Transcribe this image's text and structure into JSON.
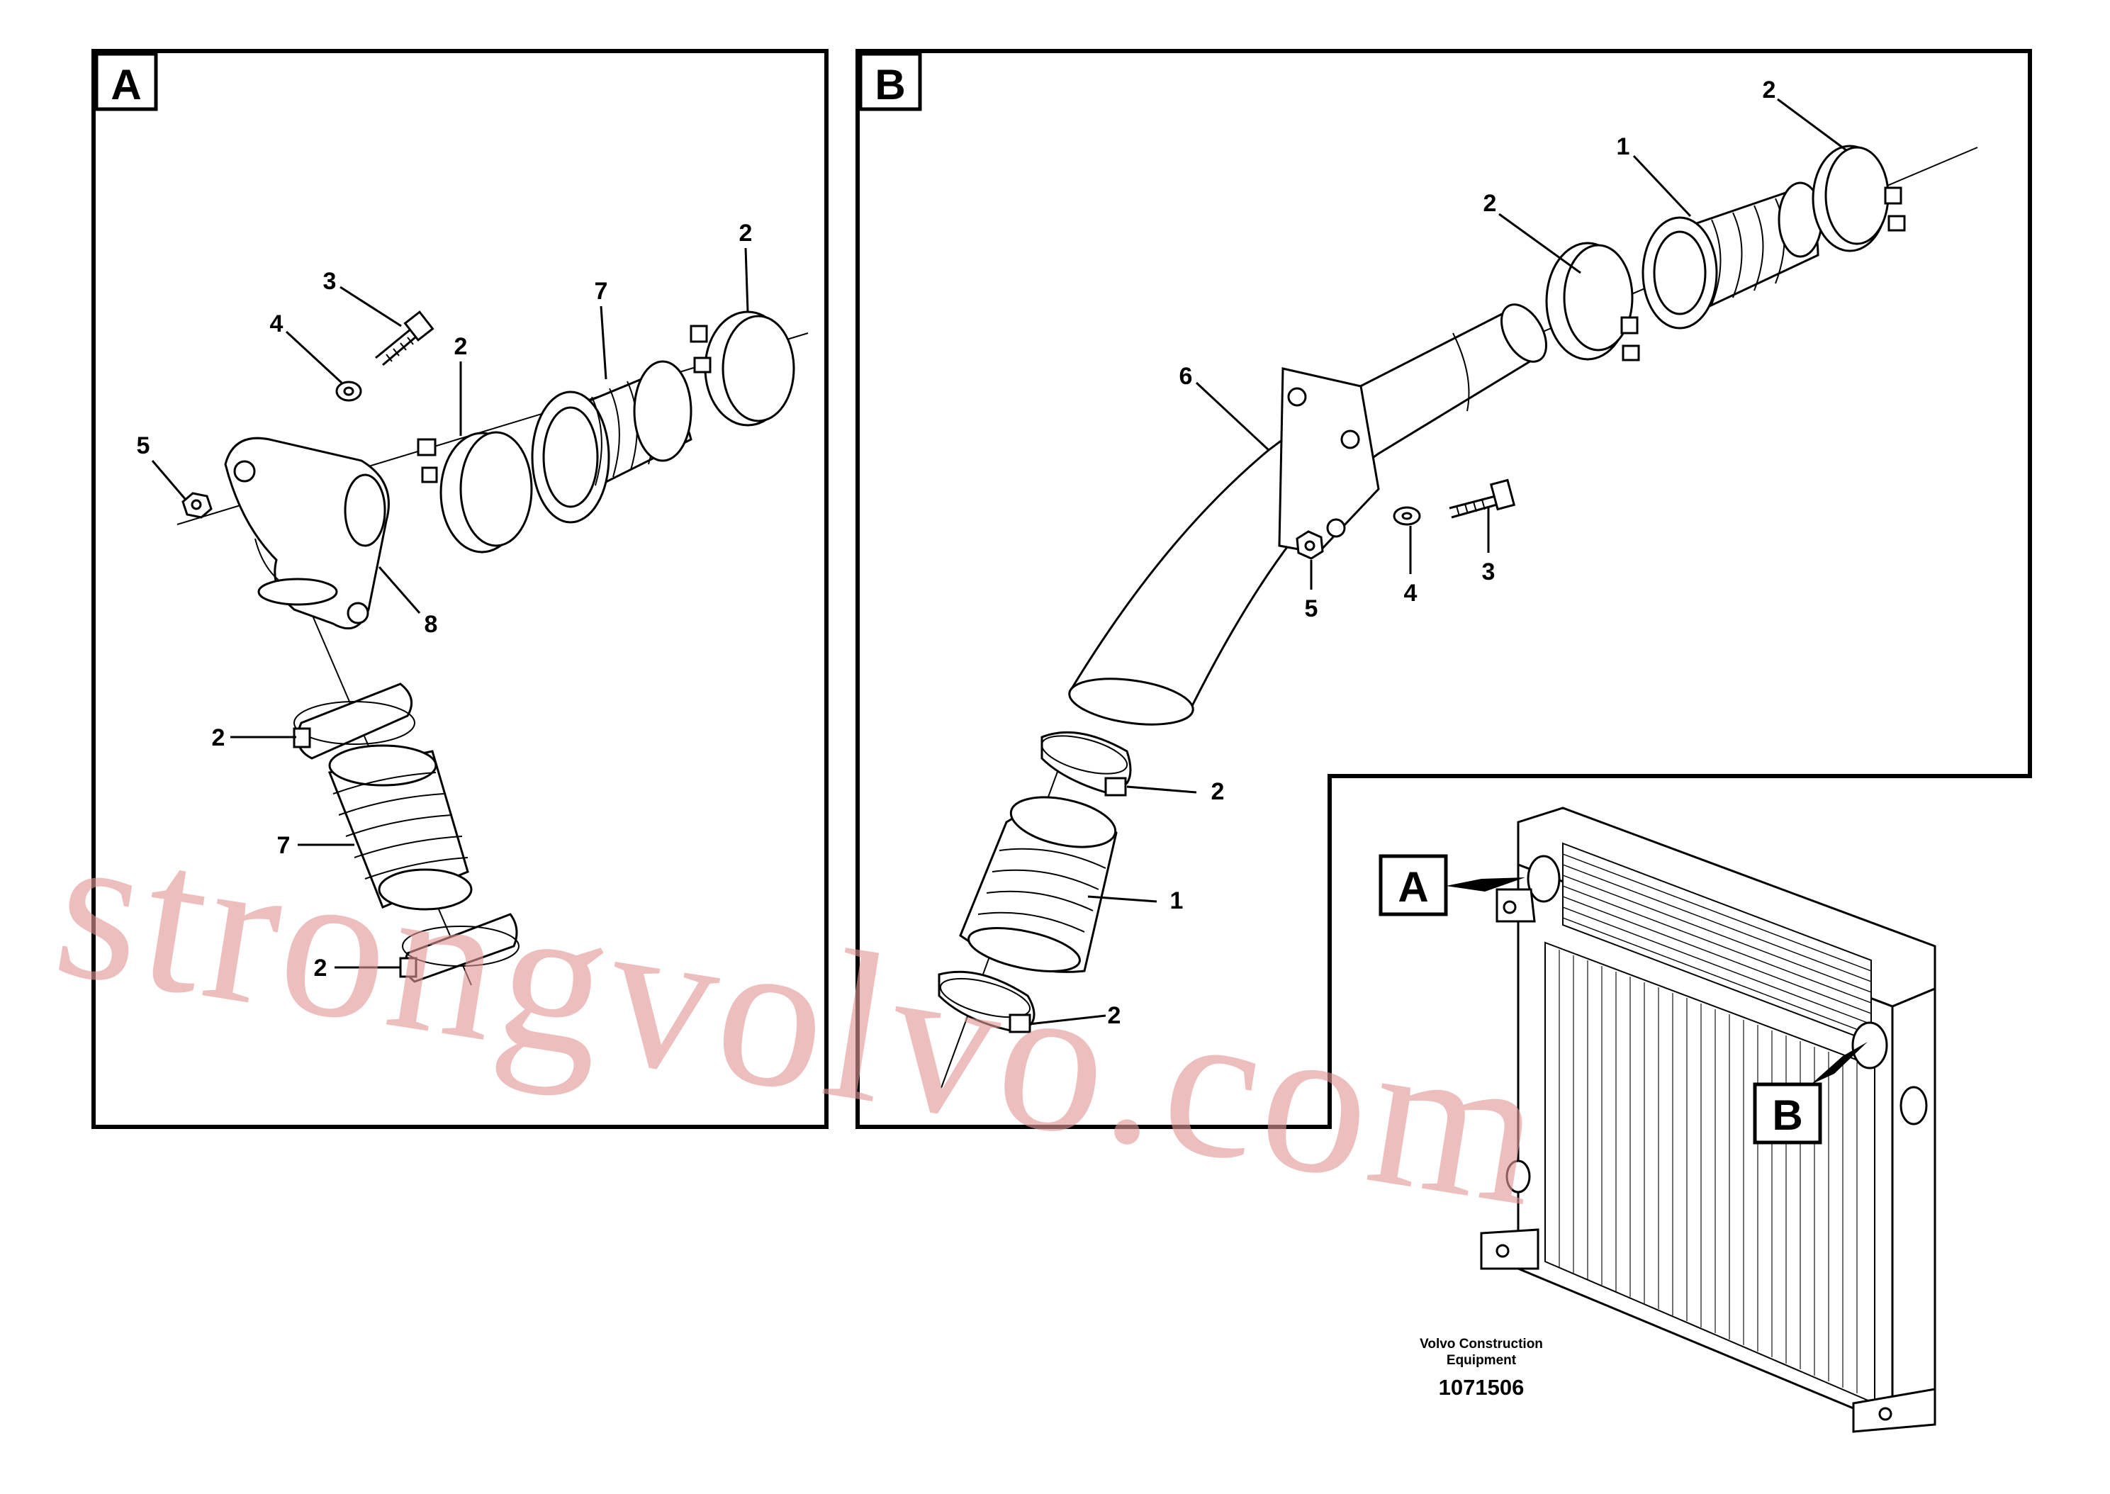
{
  "panels": {
    "a": {
      "label": "A"
    },
    "b": {
      "label": "B"
    }
  },
  "callouts": {
    "a": {
      "n1": "3",
      "n2": "4",
      "n3": "7",
      "n4": "2",
      "n5": "2",
      "n6": "5",
      "n7": "8",
      "n8": "2",
      "n9": "7",
      "n10": "2"
    },
    "b": {
      "n1": "2",
      "n2": "1",
      "n3": "2",
      "n4": "6",
      "n5": "3",
      "n6": "5",
      "n7": "4",
      "n8": "2",
      "n9": "1",
      "n10": "2"
    }
  },
  "locator": {
    "a": "A",
    "b": "B"
  },
  "caption": {
    "line1": "Volvo Construction",
    "line2": "Equipment",
    "number": "1071506"
  },
  "watermark": "strongvolvo.com"
}
